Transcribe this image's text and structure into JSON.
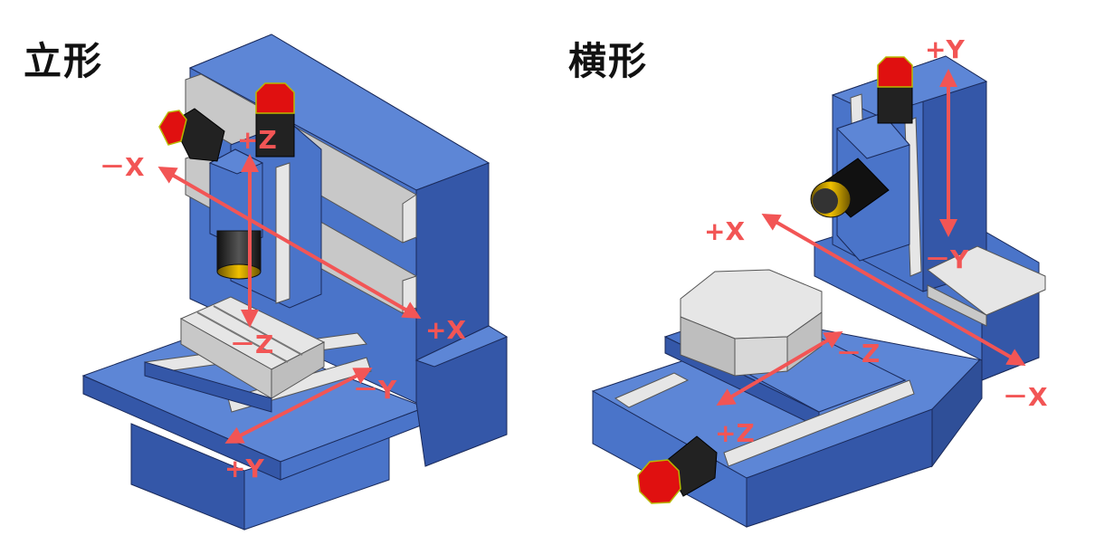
{
  "titles": {
    "left": "立形",
    "right": "横形"
  },
  "colors": {
    "base_blue": "#4A74C9",
    "base_blue_dark": "#3457A8",
    "base_blue_light": "#5D86D6",
    "rail_gray": "#C8C8C8",
    "rail_light": "#E6E6E6",
    "motor_red": "#E01010",
    "axis_red": "#F25555",
    "label_red": "#F25555",
    "outline": "#1A2A5A"
  },
  "vertical_machine": {
    "labels": {
      "minus_x": "－X",
      "plus_x": "+X",
      "plus_z": "+Z",
      "minus_z": "－Z",
      "minus_y": "－Y",
      "plus_y": "+Y"
    }
  },
  "horizontal_machine": {
    "labels": {
      "plus_y": "+Y",
      "minus_y": "－Y",
      "plus_x": "+X",
      "minus_x": "－X",
      "minus_z": "－Z",
      "plus_z": "+Z"
    }
  }
}
